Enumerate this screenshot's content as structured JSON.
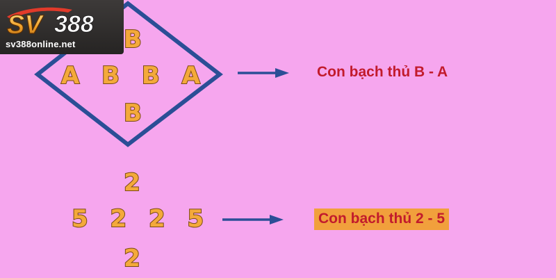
{
  "brand": {
    "name": "SV388",
    "url": "sv388online.net"
  },
  "diagram_letters": {
    "top": "B",
    "middle_row": "A B B A",
    "bottom": "B",
    "result_label": "Con bạch thủ B - A"
  },
  "diagram_numbers": {
    "top": "2",
    "middle_row": "5 2 2 5",
    "bottom": "2",
    "result_label": "Con bạch thủ 2 - 5"
  },
  "colors": {
    "background": "#f6a6ee",
    "digit_fill": "#f4a93a",
    "digit_outline": "#7a4a12",
    "diamond_stroke": "#2b4e96",
    "arrow": "#2b4e96",
    "label_text": "#c21b2c",
    "label_highlight": "#f1a03c",
    "logo_bg": "#2e2b2a"
  }
}
